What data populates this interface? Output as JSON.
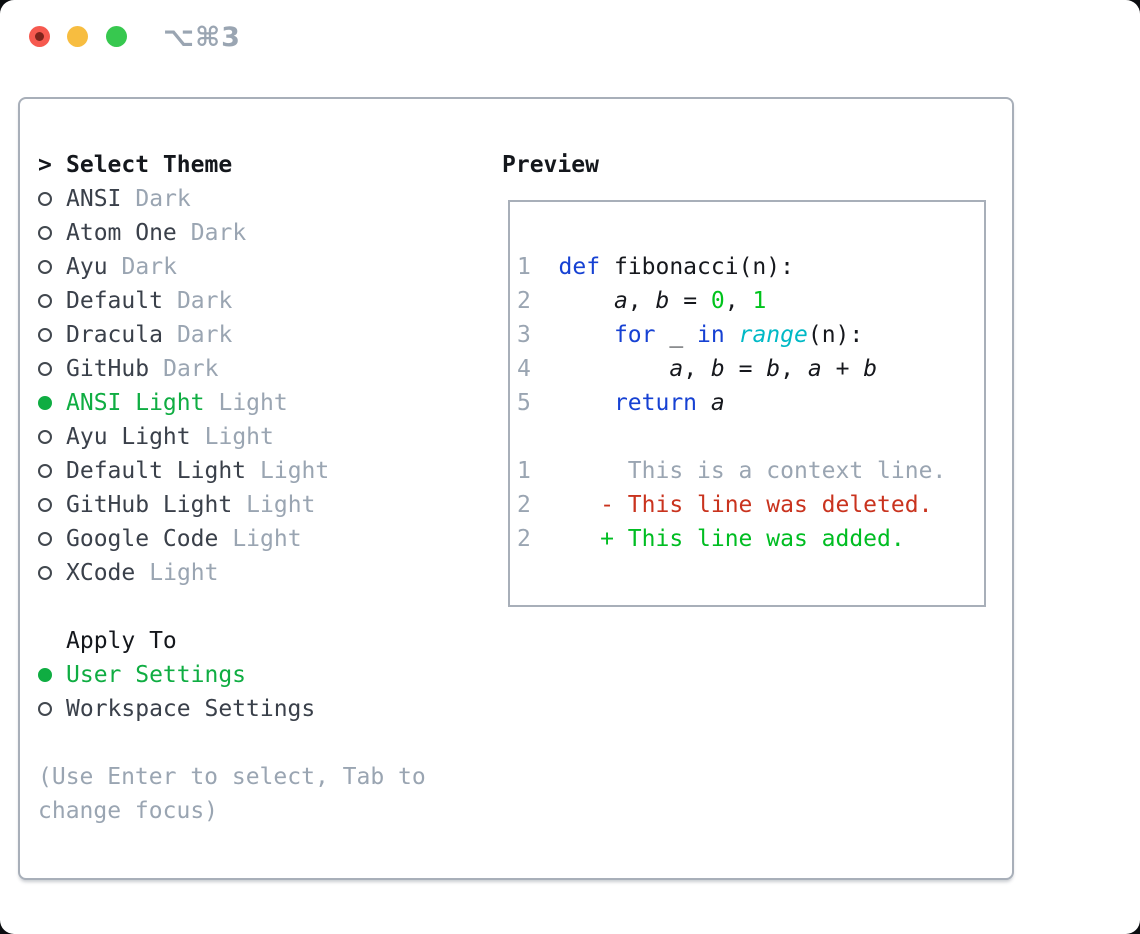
{
  "colors": {
    "accent_green": "#0fad42",
    "keyword": "#1641d3",
    "function": "#00b9c6",
    "number": "#00c31c",
    "deleted": "#c9331e",
    "added": "#00bd22",
    "muted": "#9aa5b2",
    "text": "#3a404a",
    "heading": "#14171c",
    "border": "#a8afb9",
    "light_red": "#f6594f",
    "light_yellow": "#f7bd40",
    "light_green": "#37c84f"
  },
  "titlebar": {
    "shortcut": "⌥⌘3"
  },
  "theme_picker": {
    "prompt": ">",
    "title": "Select Theme",
    "themes": [
      {
        "name": "ANSI",
        "tag": "Dark"
      },
      {
        "name": "Atom One",
        "tag": "Dark"
      },
      {
        "name": "Ayu",
        "tag": "Dark"
      },
      {
        "name": "Default",
        "tag": "Dark"
      },
      {
        "name": "Dracula",
        "tag": "Dark"
      },
      {
        "name": "GitHub",
        "tag": "Dark"
      },
      {
        "name": "ANSI Light",
        "tag": "Light",
        "selected": true
      },
      {
        "name": "Ayu Light",
        "tag": "Light"
      },
      {
        "name": "Default Light",
        "tag": "Light"
      },
      {
        "name": "GitHub Light",
        "tag": "Light"
      },
      {
        "name": "Google Code",
        "tag": "Light"
      },
      {
        "name": "XCode",
        "tag": "Light"
      }
    ],
    "apply_to": {
      "title": "Apply To",
      "options": [
        {
          "label": "User Settings",
          "selected": true
        },
        {
          "label": "Workspace Settings",
          "selected": false
        }
      ]
    },
    "hint_line1": "(Use Enter to select, Tab to",
    "hint_line2": "change focus)"
  },
  "preview": {
    "title": "Preview",
    "code_lines": [
      [
        "1  ",
        "def",
        " fibonacci(n):"
      ],
      [
        "2  ",
        "    ",
        "a",
        ", ",
        "b",
        " = ",
        "0",
        ", ",
        "1"
      ],
      [
        "3  ",
        "    ",
        "for",
        " _ ",
        "in",
        " ",
        "range",
        "(n):"
      ],
      [
        "4  ",
        "        ",
        "a",
        ", ",
        "b",
        " = ",
        "b",
        ", ",
        "a",
        " + ",
        "b"
      ],
      [
        "5  ",
        "    ",
        "return",
        " ",
        "a"
      ]
    ],
    "diff_lines": [
      {
        "no": "1  ",
        "text": "     This is a context line."
      },
      {
        "no": "2  ",
        "text": "   - This line was deleted."
      },
      {
        "no": "2  ",
        "text": "   + This line was added."
      }
    ]
  }
}
